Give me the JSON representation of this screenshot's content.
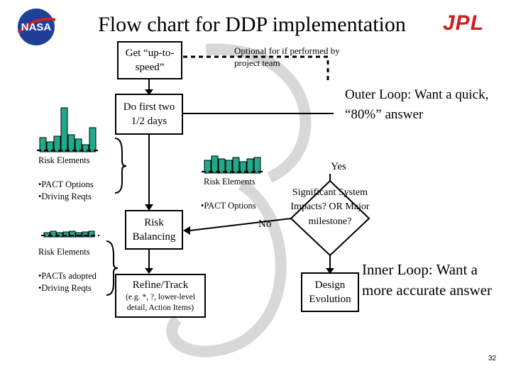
{
  "slide": {
    "title": "Flow chart for DDP implementation",
    "page_number": "32",
    "logo_left": "NASA",
    "logo_right": "JPL"
  },
  "boxes": {
    "get_up_to_speed": "Get “up-to-speed”",
    "do_first_two": "Do first two 1/2 days",
    "risk_balancing": "Risk Balancing",
    "refine_track": "Refine/Track",
    "refine_track_note": "(e.g. *, ?, lower-level detail, Action Items)",
    "design_evolution": "Design Evolution"
  },
  "notes": {
    "optional": "Optional for if performed by project team",
    "outer_loop": "Outer Loop: Want a quick, “80%” answer",
    "inner_loop": "Inner Loop: Want a more accurate answer",
    "yes": "Yes",
    "no": "No",
    "decision": "Significant System Impacts? OR Major milestone?"
  },
  "left_groups": {
    "group1_label": "Risk Elements",
    "group1_items": [
      "•PACT Options",
      "•Driving Reqts"
    ],
    "group2_label": "Risk Elements",
    "group2_items": [
      "•PACTs adopted",
      "•Driving Reqts"
    ]
  },
  "mid_group": {
    "label": "Risk Elements",
    "item": "•PACT Options"
  },
  "colors": {
    "bar_fill": "#1faa8c",
    "bar_stroke": "#000000",
    "jpl_red": "#d41c1c",
    "nasa_blue": "#1f3f99"
  },
  "icons": [
    "nasa-logo-icon",
    "jpl-logo-icon",
    "bar-chart-icon",
    "loop-arrow-icon"
  ]
}
